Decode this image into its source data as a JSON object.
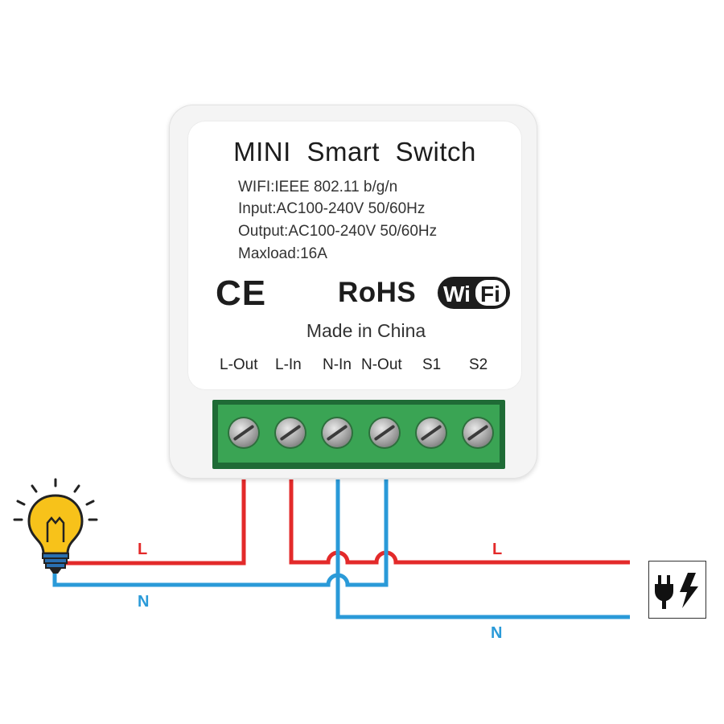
{
  "device": {
    "title": "MINI  Smart  Switch",
    "specs": {
      "wifi": "WIFI:IEEE 802.11 b/g/n",
      "input": "Input:AC100-240V 50/60Hz",
      "output": "Output:AC100-240V 50/60Hz",
      "maxload": "Maxload:16A"
    },
    "certifications": {
      "ce": "CE",
      "rohs": "RoHS",
      "wifi_logo_left": "Wi",
      "wifi_logo_right": "Fi"
    },
    "made_in": "Made in China",
    "terminals": [
      "L-Out",
      "L-In",
      "N-In",
      "N-Out",
      "S1",
      "S2"
    ]
  },
  "wiring": {
    "live_label_left": "L",
    "neutral_label_left": "N",
    "live_label_right": "L",
    "neutral_label_right": "N"
  },
  "icons": {
    "bulb": "light-bulb-icon",
    "plug": "power-plug-icon"
  },
  "colors": {
    "live": "#e32a2a",
    "neutral": "#2a9ad8",
    "terminal_block": "#3aa454",
    "bulb": "#f7c21a"
  }
}
